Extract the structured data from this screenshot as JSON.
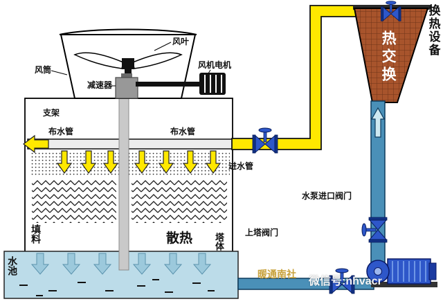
{
  "colors": {
    "pipe_yellow": "#ffe800",
    "pipe_blue": "#4a90b8",
    "pipe_blue_dark": "#0d3a5c",
    "pool_water": "#bcdce9",
    "pool_arrow": "#9cc9dc",
    "exchanger_body": "#a8542c",
    "valve_blue": "#2e57c9",
    "pump_blue": "#2e57c9",
    "shaft_gray": "#c9c9c9"
  },
  "tower": {
    "fan_blade_label": "风叶",
    "air_duct_label": "风筒",
    "fan_motor_label": "风机电机",
    "reducer_label": "减速器",
    "support_label": "支架",
    "dist_pipe_left_label": "布水管",
    "dist_pipe_right_label": "布水管",
    "fill_label": "填料",
    "heat_dissipation_label": "散热",
    "tower_body_label": "塔体",
    "pool_label": "水池"
  },
  "piping": {
    "inlet_pipe_label": "进水管",
    "up_tower_valve_label": "上塔阀门",
    "pump_inlet_valve_label": "水泵进口阀门"
  },
  "exchanger": {
    "name_label": "热交换",
    "equipment_label": "换热设备"
  },
  "watermarks": {
    "brand": "暖通南社",
    "wechat": "微信号:nhvacr"
  },
  "components": [
    "cooling-tower",
    "fan-blades",
    "gear-reducer",
    "fan-motor",
    "distribution-pipe",
    "spray-zone",
    "fill-media",
    "water-pool",
    "yellow-inlet-pipe",
    "gate-valve",
    "heat-exchanger",
    "riser-pipe",
    "suction-pipe",
    "water-pump"
  ]
}
